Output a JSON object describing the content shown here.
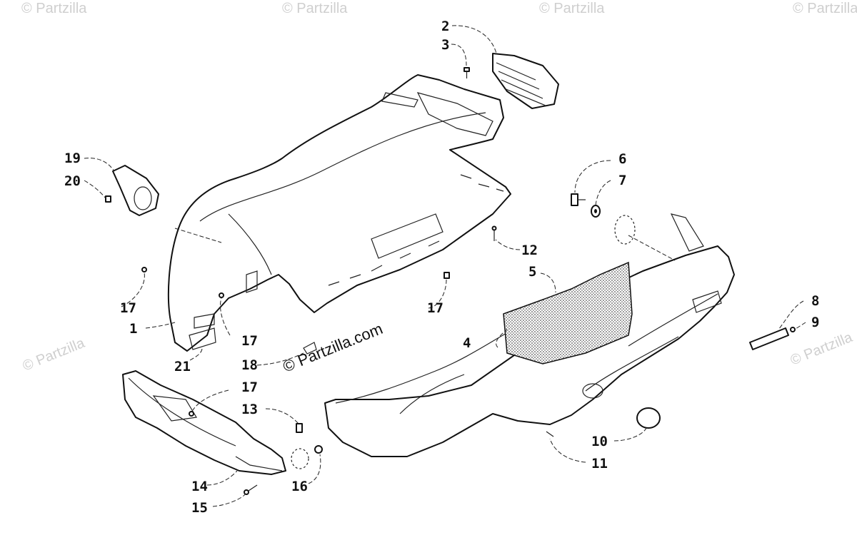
{
  "watermark": {
    "text": "© Partzilla",
    "brand_text": "© Partzilla.com"
  },
  "callouts": {
    "c1": "1",
    "c2": "2",
    "c3": "3",
    "c4": "4",
    "c5": "5",
    "c6": "6",
    "c7": "7",
    "c8": "8",
    "c9": "9",
    "c10": "10",
    "c11": "11",
    "c12": "12",
    "c13": "13",
    "c14": "14",
    "c15": "15",
    "c16": "16",
    "c17a": "17",
    "c17b": "17",
    "c17c": "17",
    "c17d": "17",
    "c18": "18",
    "c19": "19",
    "c20": "20",
    "c21": "21"
  },
  "colors": {
    "line": "#111111",
    "watermark": "#cfcfcf",
    "mesh": "#bdbdbd"
  }
}
